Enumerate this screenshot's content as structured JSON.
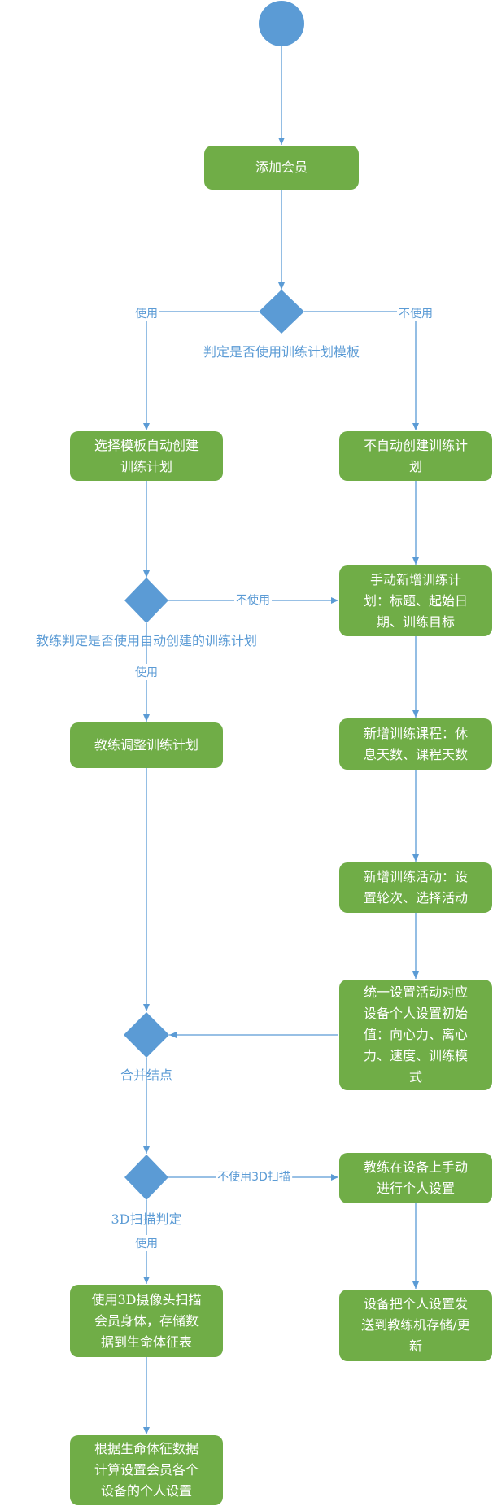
{
  "colors": {
    "node_fill": "#70AD47",
    "node_text": "#FFFFFF",
    "decision_fill": "#5B9BD5",
    "edge": "#5B9BD5",
    "label": "#5B9BD5"
  },
  "nodes": {
    "add_member": "添加会员",
    "select_template": "选择模板自动创建\n训练计划",
    "no_auto_create": "不自动创建训练计\n划",
    "manual_add_plan": "手动新增训练计\n划：标题、起始日\n期、训练目标",
    "coach_adjust": "教练调整训练计划",
    "add_course": "新增训练课程：休\n息天数、课程天数",
    "add_activity": "新增训练活动：设\n置轮次、选择活动",
    "unify_settings": "统一设置活动对应\n设备个人设置初始\n值：向心力、离心\n力、速度、训练模\n式",
    "manual_device": "教练在设备上手动\n进行个人设置",
    "scan_3d": "使用3D摄像头扫描\n会员身体，存储数\n据到生命体征表",
    "device_send": "设备把个人设置发\n送到教练机存储/更\n新",
    "calc_settings": "根据生命体征数据\n计算设置会员各个\n设备的个人设置"
  },
  "decisions": {
    "use_template": "判定是否使用训练计划模板",
    "coach_decide": "教练判定是否使用自动创建的训练计划",
    "merge": "合并结点",
    "scan_decide": "3D扫描判定"
  },
  "edge_labels": {
    "use_1": "使用",
    "not_use_1": "不使用",
    "not_use_2": "不使用",
    "use_2": "使用",
    "not_use_3d": "不使用3D扫描",
    "use_3": "使用"
  }
}
